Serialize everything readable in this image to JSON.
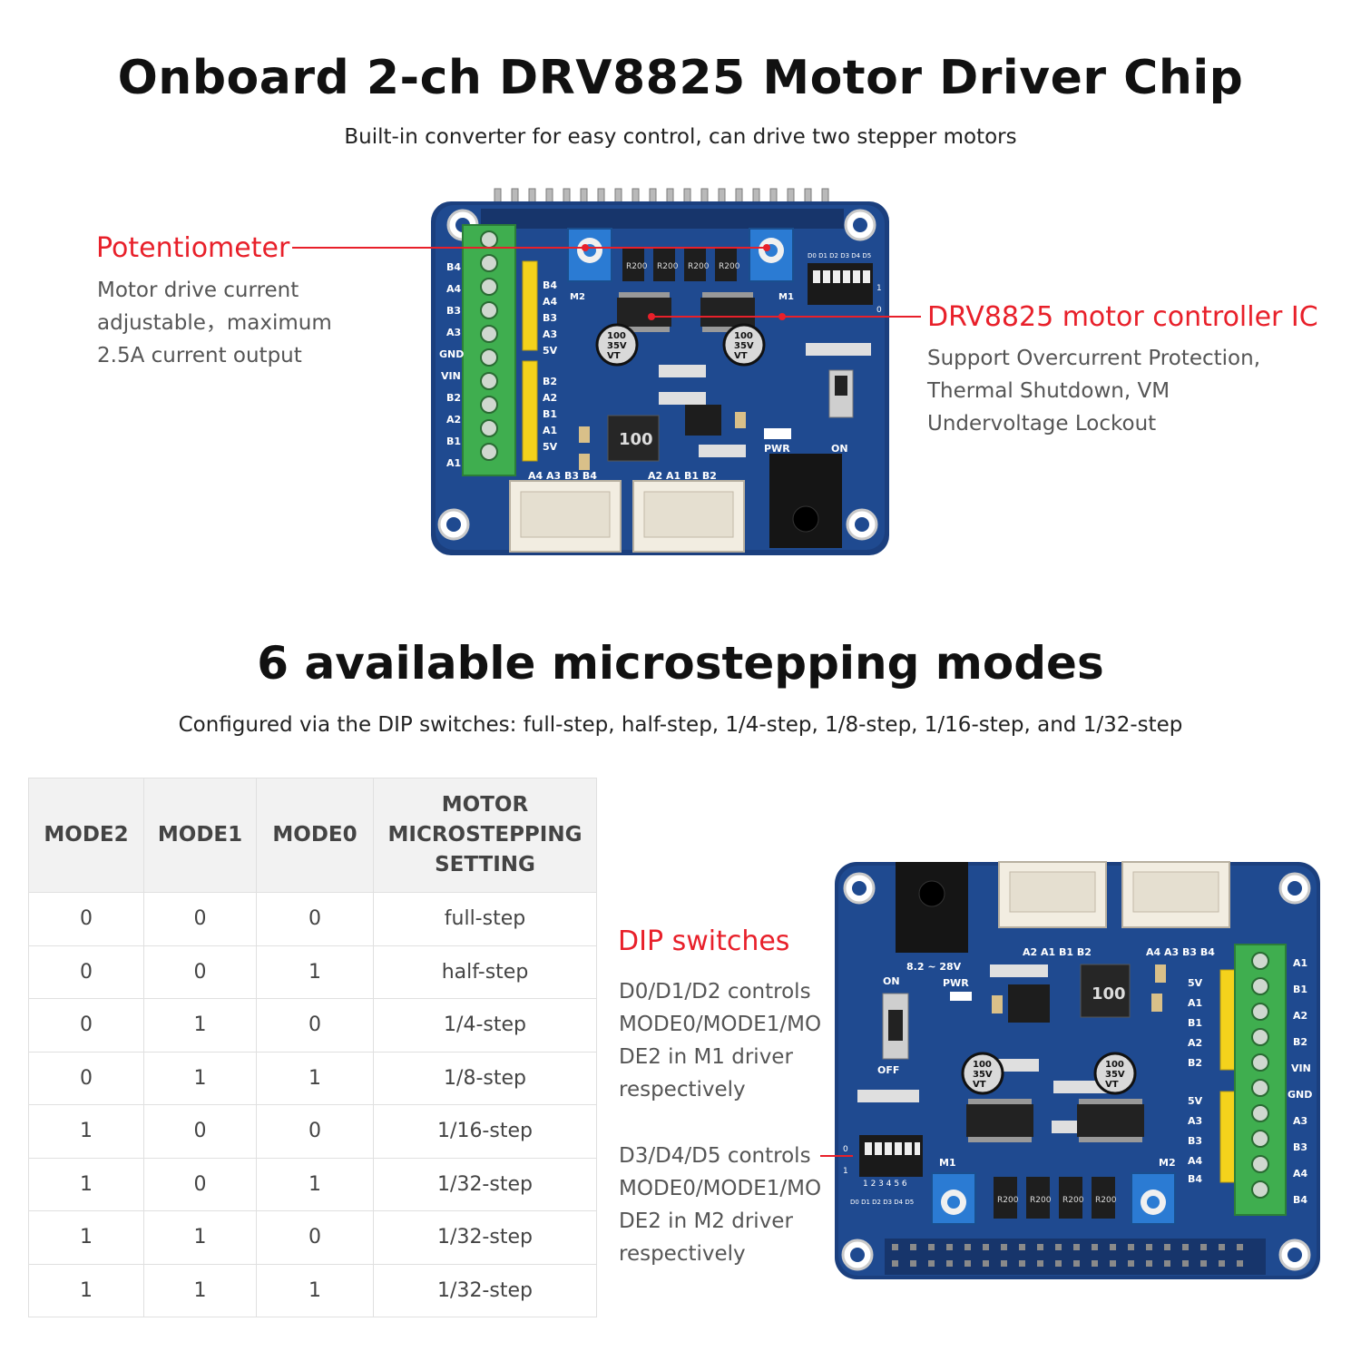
{
  "header": {
    "title": "Onboard 2-ch DRV8825 Motor Driver Chip",
    "subtitle": "Built-in converter for easy control, can drive two stepper motors"
  },
  "callouts": {
    "potentiometer": {
      "title": "Potentiometer",
      "lines": [
        "Motor drive current",
        "adjustable，maximum",
        "2.5A current output"
      ]
    },
    "drv8825": {
      "title": "DRV8825 motor controller IC",
      "lines": [
        "Support Overcurrent Protection,",
        "Thermal Shutdown, VM",
        "Undervoltage Lockout"
      ]
    },
    "dip": {
      "title": "DIP switches",
      "block1": [
        "D0/D1/D2 controls",
        "MODE0/MODE1/MO",
        "DE2 in M1 driver",
        "respectively"
      ],
      "block2": [
        "D3/D4/D5 controls",
        "MODE0/MODE1/MO",
        "DE2 in M2 driver",
        "respectively"
      ]
    }
  },
  "section2": {
    "title": "6 available microstepping modes",
    "subtitle": "Configured via the DIP switches: full-step, half-step, 1/4-step, 1/8-step, 1/16-step, and 1/32-step"
  },
  "table": {
    "headers": [
      "MODE2",
      "MODE1",
      "MODE0",
      "MOTOR MICROSTEPPING SETTING"
    ],
    "rows": [
      [
        "0",
        "0",
        "0",
        "full-step"
      ],
      [
        "0",
        "0",
        "1",
        "half-step"
      ],
      [
        "0",
        "1",
        "0",
        "1/4-step"
      ],
      [
        "0",
        "1",
        "1",
        "1/8-step"
      ],
      [
        "1",
        "0",
        "0",
        "1/16-step"
      ],
      [
        "1",
        "0",
        "1",
        "1/32-step"
      ],
      [
        "1",
        "1",
        "0",
        "1/32-step"
      ],
      [
        "1",
        "1",
        "1",
        "1/32-step"
      ]
    ]
  },
  "board_top": {
    "pins_left": [
      "B4",
      "A4",
      "B3",
      "A3",
      "GND",
      "VIN",
      "B2",
      "A2",
      "B1",
      "A1"
    ],
    "pins_mid": [
      "B4",
      "A4",
      "B3",
      "A3",
      "5V",
      "B2",
      "A2",
      "B1",
      "A1",
      "5V"
    ],
    "resistors": [
      "R200",
      "R200",
      "R200",
      "R200"
    ],
    "cap": [
      "100",
      "35V",
      "VT"
    ],
    "inductor": "100",
    "labels": {
      "m2": "M2",
      "m1": "M1",
      "pwr": "PWR",
      "on": "ON",
      "dip": "D0 D1 D2 D3 D4 D5",
      "conn_a": "A4 A3 B3 B4",
      "conn_b": "A2 A1 B1 B2",
      "one": "1",
      "zero": "0"
    }
  },
  "board_bottom": {
    "pins_right": [
      "A1",
      "B1",
      "A2",
      "B2",
      "VIN",
      "GND",
      "A3",
      "B3",
      "A4",
      "B4"
    ],
    "pins_mid": [
      "5V",
      "A1",
      "B1",
      "A2",
      "B2",
      "5V",
      "A3",
      "B3",
      "A4",
      "B4"
    ],
    "resistors": [
      "R200",
      "R200",
      "R200",
      "R200"
    ],
    "cap": [
      "100",
      "35V",
      "VT"
    ],
    "inductor": "100",
    "labels": {
      "voltage": "8.2 ~ 28V",
      "pwr": "PWR",
      "on": "ON",
      "off": "OFF",
      "m1": "M1",
      "m2": "M2",
      "conn_a": "A2 A1 B1 B2",
      "conn_b": "A4 A3 B3 B4",
      "dip": "D0 D1 D2 D3 D4 D5",
      "zero": "0",
      "one": "1",
      "dip_nums": "1 2 3 4 5 6"
    }
  },
  "colors": {
    "title": "#111111",
    "accent_red": "#e8202a",
    "body_gray": "#555555",
    "pcb_blue": "#1c4a8c",
    "terminal_green": "#3fae4f",
    "header_yellow": "#f4d21c",
    "table_header_bg": "#f2f2f2"
  }
}
